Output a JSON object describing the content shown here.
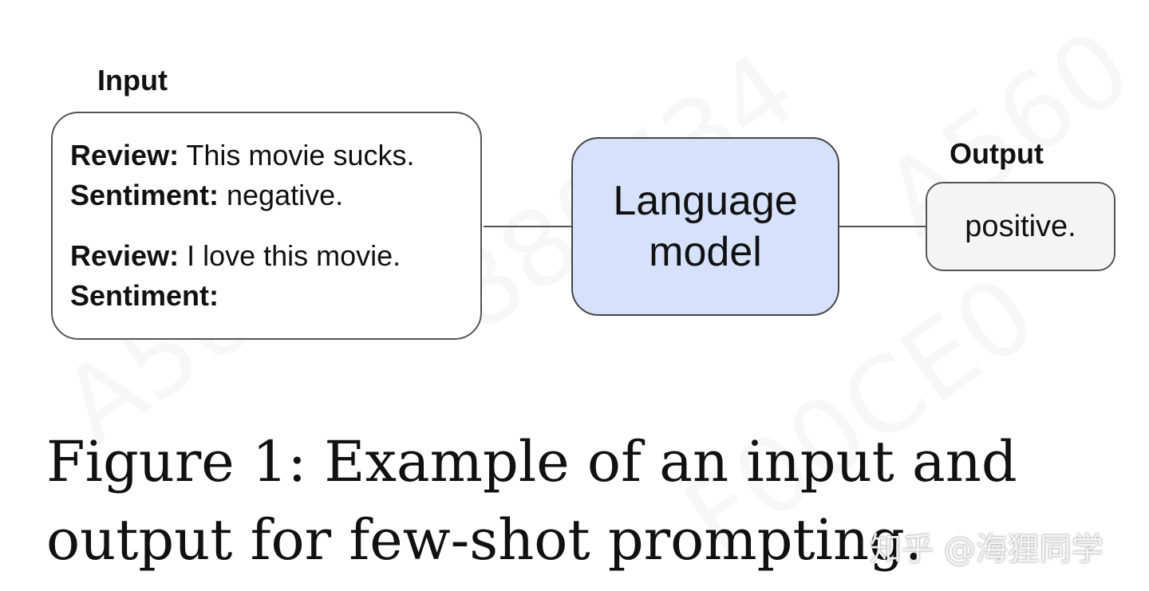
{
  "input": {
    "label": "Input",
    "example1": {
      "review_key": "Review:",
      "review_text": " This movie sucks.",
      "sentiment_key": "Sentiment:",
      "sentiment_text": " negative."
    },
    "example2": {
      "review_key": "Review:",
      "review_text": " I love this movie.",
      "sentiment_key": "Sentiment:",
      "sentiment_text": ""
    }
  },
  "model": {
    "line1": "Language",
    "line2": "model",
    "fill_color": "#d6e2fb"
  },
  "output": {
    "label": "Output",
    "value": "positive."
  },
  "caption": {
    "line1": "Figure 1: Example of an input and",
    "line2": "output for few-shot prompting."
  },
  "watermark": {
    "text": "知乎 @海狸同学"
  }
}
